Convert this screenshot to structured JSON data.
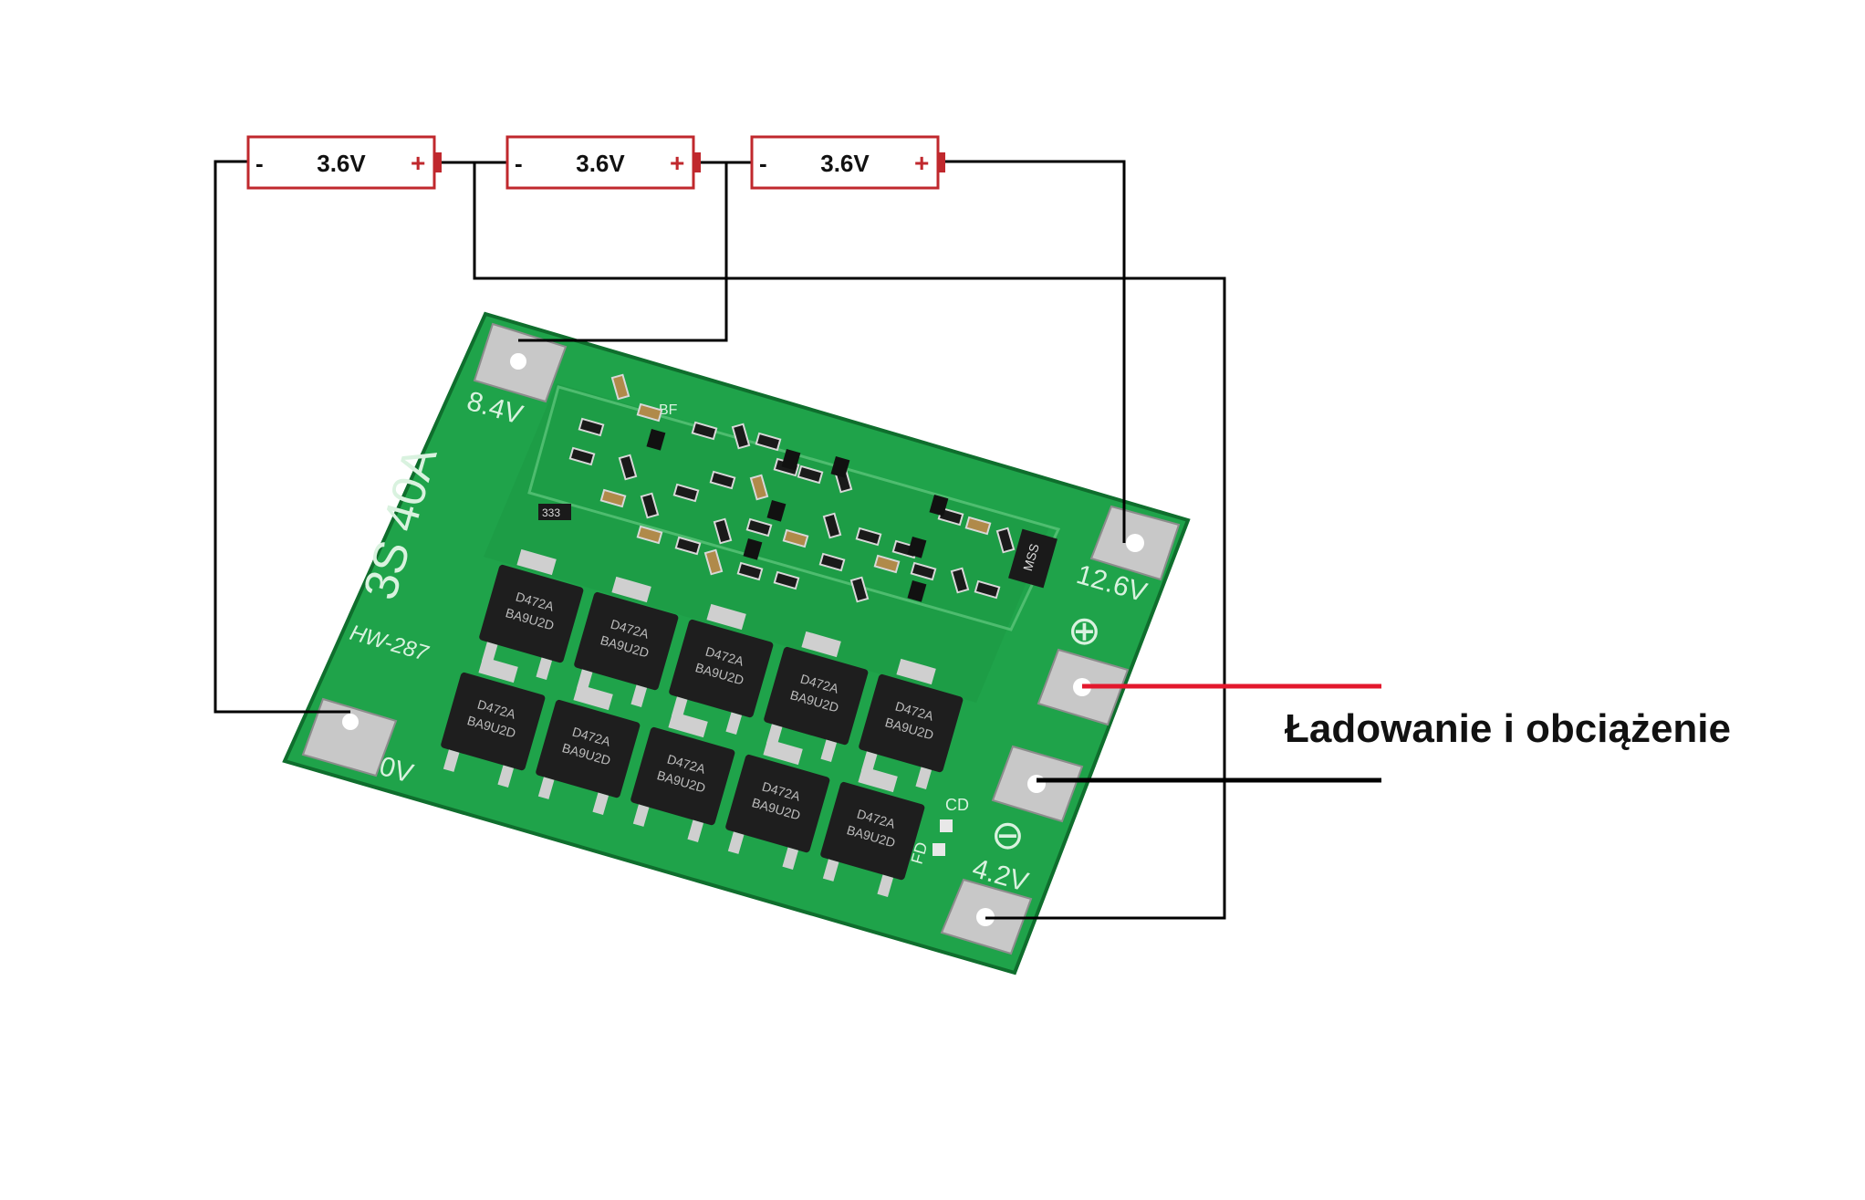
{
  "batteries": [
    {
      "voltage": "3.6V",
      "minus": "-",
      "plus": "+"
    },
    {
      "voltage": "3.6V",
      "minus": "-",
      "plus": "+"
    },
    {
      "voltage": "3.6V",
      "minus": "-",
      "plus": "+"
    }
  ],
  "board": {
    "model": "HW-287",
    "rating": "3S 40A",
    "pads": {
      "p84": "8.4V",
      "p126": "12.6V",
      "p0": "0V",
      "p42": "4.2V",
      "plus_symbol": "⊕",
      "minus_symbol": "⊖"
    },
    "leds": {
      "cd": "CD",
      "fd": "FD"
    },
    "mosfet_label_top": "D472A",
    "mosfet_label_bottom": "BA9U2D",
    "silk_bf": "BF",
    "chip_333": "333",
    "chip_mss": "MSS"
  },
  "caption": "Ładowanie i obciążenie",
  "colors": {
    "battery_stroke": "#c0282d",
    "battery_text": "#111111",
    "board_green": "#1fa34a",
    "board_green_dark": "#14863a",
    "wire_black": "#000000",
    "wire_red": "#e3182d",
    "pad_silver": "#c8c8c8"
  }
}
